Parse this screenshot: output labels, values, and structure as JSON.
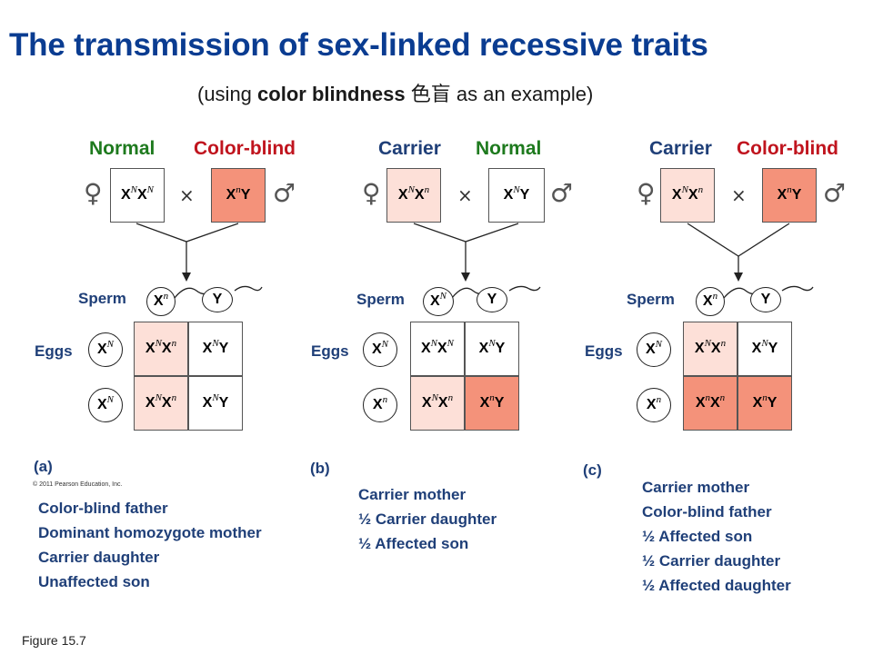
{
  "title": "The transmission of sex-linked recessive traits",
  "subtitle": {
    "pre": "(using ",
    "bold": "color blindness",
    "cjk": " 色盲",
    "post": " as an example)"
  },
  "symbols": {
    "female": "♀",
    "male": "♂",
    "cross": "×"
  },
  "labels": {
    "sperm": "Sperm",
    "eggs": "Eggs"
  },
  "colors": {
    "title": "#0a3c91",
    "normal": "#1e7a1e",
    "colorblind": "#c0141e",
    "carrier": "#1f3f78",
    "carrier_fill": "#fde0d8",
    "affected_fill": "#f4927a"
  },
  "panels": [
    {
      "label": "(a)",
      "mother_header": "Normal",
      "father_header": "Color-blind",
      "mother_genotype": "XNXN",
      "father_genotype": "XnY",
      "sperm": [
        "Xn",
        "Y"
      ],
      "eggs": [
        "XN",
        "XN"
      ],
      "grid": [
        [
          "XNXn",
          "XNY"
        ],
        [
          "XNXn",
          "XNY"
        ]
      ],
      "notes": [
        "Color-blind father",
        "Dominant homozygote mother",
        "Carrier daughter",
        "Unaffected son"
      ],
      "copyright": "© 2011 Pearson Education, Inc."
    },
    {
      "label": "(b)",
      "mother_header": "Carrier",
      "father_header": "Normal",
      "mother_genotype": "XNXn",
      "father_genotype": "XNY",
      "sperm": [
        "XN",
        "Y"
      ],
      "eggs": [
        "XN",
        "Xn"
      ],
      "grid": [
        [
          "XNXN",
          "XNY"
        ],
        [
          "XNXn",
          "XnY"
        ]
      ],
      "notes": [
        "Carrier mother",
        "½ Carrier daughter",
        "½ Affected son"
      ]
    },
    {
      "label": "(c)",
      "mother_header": "Carrier",
      "father_header": "Color-blind",
      "mother_genotype": "XNXn",
      "father_genotype": "XnY",
      "sperm": [
        "Xn",
        "Y"
      ],
      "eggs": [
        "XN",
        "Xn"
      ],
      "grid": [
        [
          "XNXn",
          "XNY"
        ],
        [
          "XnXn",
          "XnY"
        ]
      ],
      "notes": [
        "Carrier mother",
        "Color-blind father",
        "½ Affected son",
        "½ Carrier daughter",
        "½ Affected daughter"
      ]
    }
  ],
  "figure_caption": "Figure 15.7"
}
